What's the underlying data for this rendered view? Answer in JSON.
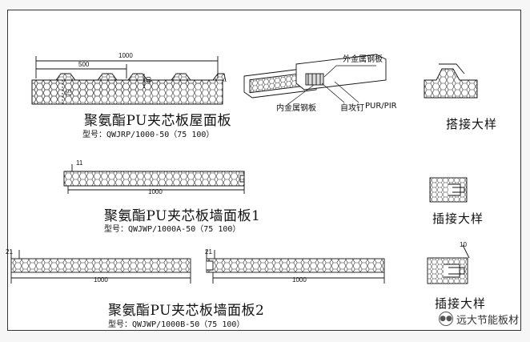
{
  "roof_panel": {
    "title": "聚氨酯PU夹芯板屋面板",
    "model": "型号：QWJRP/1000-50（75 100）",
    "dim_total": "1000",
    "dim_half": "500",
    "dim_thickness": "75",
    "dim_rib": "40"
  },
  "exploded_view": {
    "outer_sheet": "外金属钢板",
    "inner_sheet": "内金属钢板",
    "screw": "自攻钉",
    "core": "PUR/PIR"
  },
  "wall_panel_1": {
    "title": "聚氨酯PU夹芯板墙面板1",
    "model": "型号：QWJWP/1000A-50（75 100）",
    "dim_total": "1000",
    "dim_edge": "11"
  },
  "wall_panel_2": {
    "title": "聚氨酯PU夹芯板墙面板2",
    "model": "型号：QWJWP/1000B-50（75 100）",
    "dim_total_left": "1000",
    "dim_total_right": "1000",
    "dim_edge_left": "21",
    "dim_edge_right": "21"
  },
  "details": {
    "overlap": "搭接大样",
    "insert_1": "插接大样",
    "insert_2": "插接大样",
    "insert_dim": "10"
  },
  "watermark": {
    "text": "远大节能板材",
    "icon": "wechat-icon"
  }
}
